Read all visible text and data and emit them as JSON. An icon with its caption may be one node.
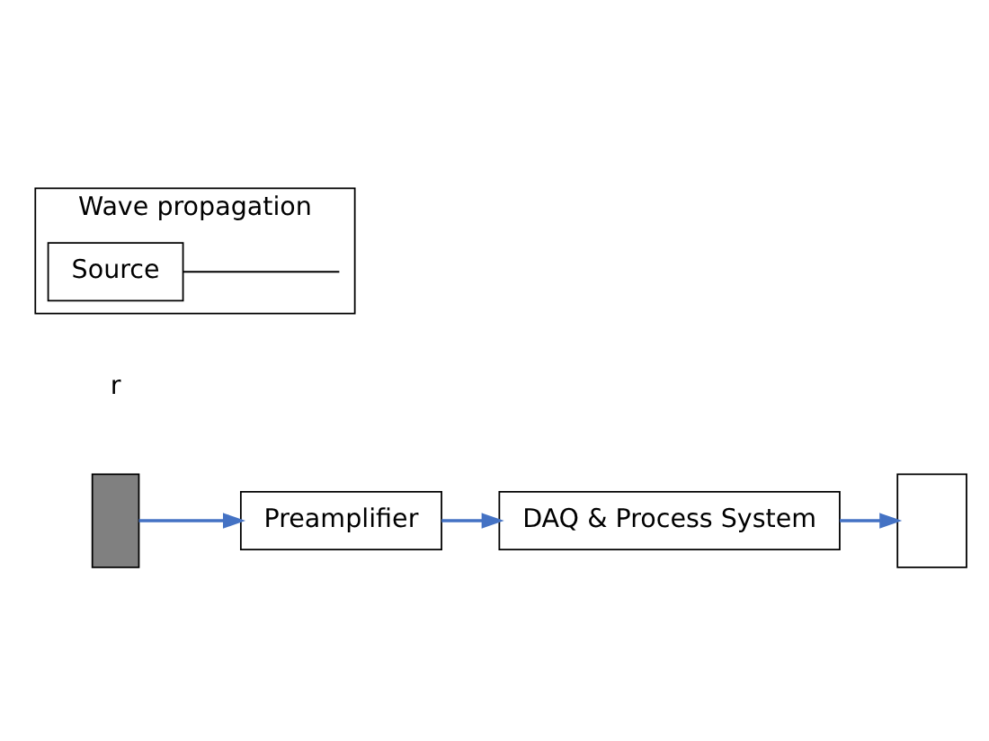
{
  "diagram": {
    "nodes": [
      {
        "text": [],
        "shape": "box",
        "beside": [
          "r"
        ]
      },
      {
        "text": [
          "Preamplifier"
        ]
      },
      {
        "text": [
          "DAQ & Process System"
        ]
      },
      {
        "text": [],
        "shape": "box"
      },
      {
        "text": [
          "Wave propagation"
        ]
      },
      {
        "text": [
          "Source"
        ],
        "in": 4
      }
    ],
    "edges": [
      {
        "from": 0,
        "to": 1,
        "arrow": "to"
      },
      {
        "from": 1,
        "to": 2,
        "arrow": "to"
      },
      {
        "from": 2,
        "to": 3,
        "arrow": "to"
      },
      {
        "from": 5,
        "to": null,
        "arrow": "none",
        "color": "#000000"
      }
    ]
  }
}
